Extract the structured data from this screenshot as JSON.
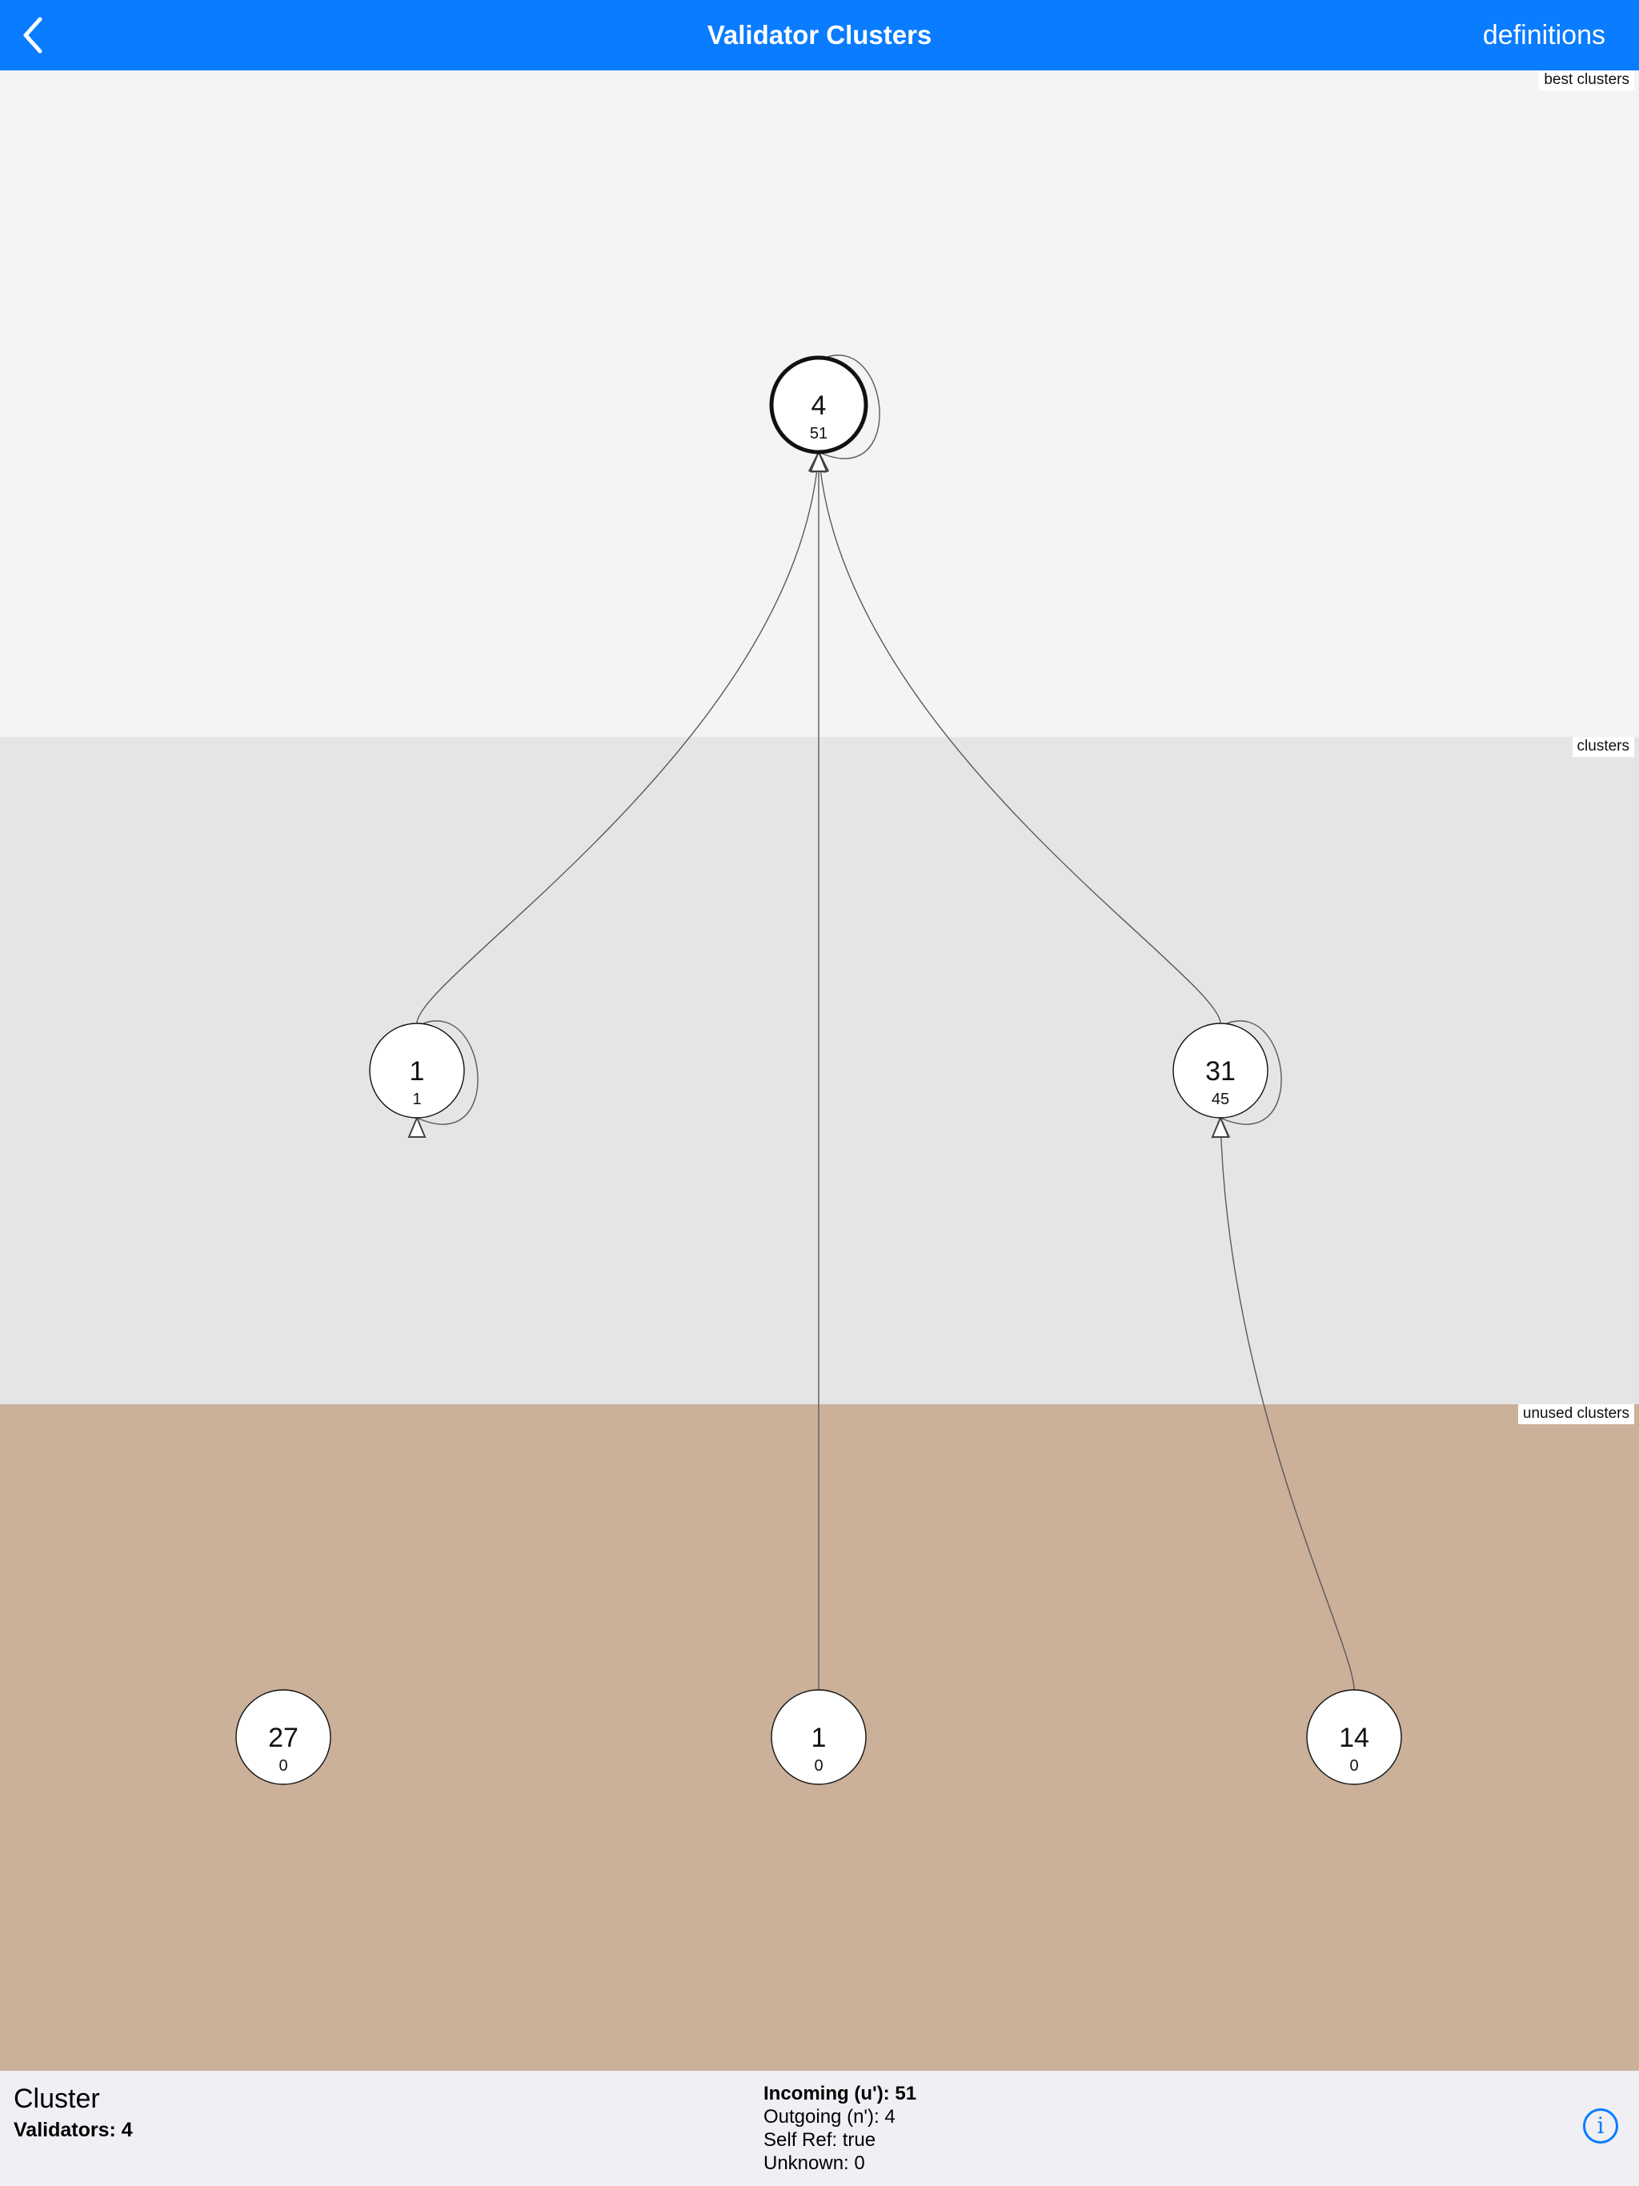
{
  "navbar": {
    "title": "Validator Clusters",
    "definitions_label": "definitions",
    "back_icon": "chevron-left-icon",
    "color": "#0a7cff"
  },
  "bands": [
    {
      "id": "best",
      "label": "best clusters",
      "color": "#f4f4f4"
    },
    {
      "id": "clusters",
      "label": "clusters",
      "color": "#e5e5e5"
    },
    {
      "id": "unused",
      "label": "unused clusters",
      "color": "#cbb09a"
    }
  ],
  "graph": {
    "nodes": [
      {
        "id": "n0",
        "band": "best",
        "main": "4",
        "sub": "51",
        "selected": true,
        "self_ref": true
      },
      {
        "id": "n1",
        "band": "clusters",
        "main": "1",
        "sub": "1",
        "selected": false,
        "self_ref": true
      },
      {
        "id": "n2",
        "band": "clusters",
        "main": "31",
        "sub": "45",
        "selected": false,
        "self_ref": true
      },
      {
        "id": "n3",
        "band": "unused",
        "main": "27",
        "sub": "0",
        "selected": false,
        "self_ref": false
      },
      {
        "id": "n4",
        "band": "unused",
        "main": "1",
        "sub": "0",
        "selected": false,
        "self_ref": false
      },
      {
        "id": "n5",
        "band": "unused",
        "main": "14",
        "sub": "0",
        "selected": false,
        "self_ref": false
      }
    ],
    "edges": [
      {
        "from": "n1",
        "to": "n0"
      },
      {
        "from": "n4",
        "to": "n0"
      },
      {
        "from": "n2",
        "to": "n0"
      },
      {
        "from": "n5",
        "to": "n2"
      }
    ]
  },
  "selection": {
    "title": "Cluster",
    "validators": "Validators: 4",
    "incoming": "Incoming (u'): 51",
    "outgoing": "Outgoing (n'): 4",
    "self_ref": "Self Ref: true",
    "unknown": "Unknown: 0",
    "info_icon": "info-icon",
    "info_glyph": "i"
  }
}
